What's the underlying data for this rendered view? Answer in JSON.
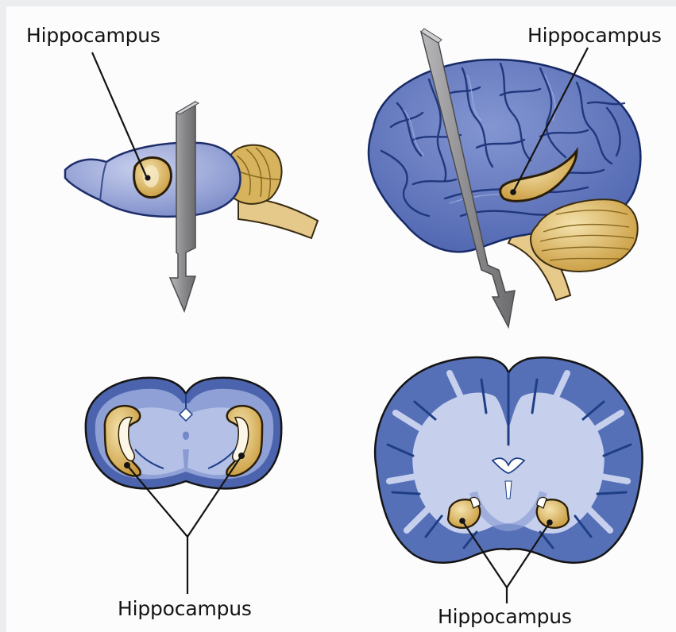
{
  "labels": {
    "rat_top": "Hippocampus",
    "human_top": "Hippocampus",
    "rat_section": "Hippocampus",
    "human_section": "Hippocampus"
  },
  "colors": {
    "brain_blue": "#6d7fbf",
    "brain_outline": "#1e3f86",
    "cortex_dark": "#2c4d93",
    "white_matter": "#c8d2ec",
    "hippocampus_gold": "#d8b35a",
    "blade_gray": "#8d8d8f",
    "background": "#fcfcfd"
  }
}
